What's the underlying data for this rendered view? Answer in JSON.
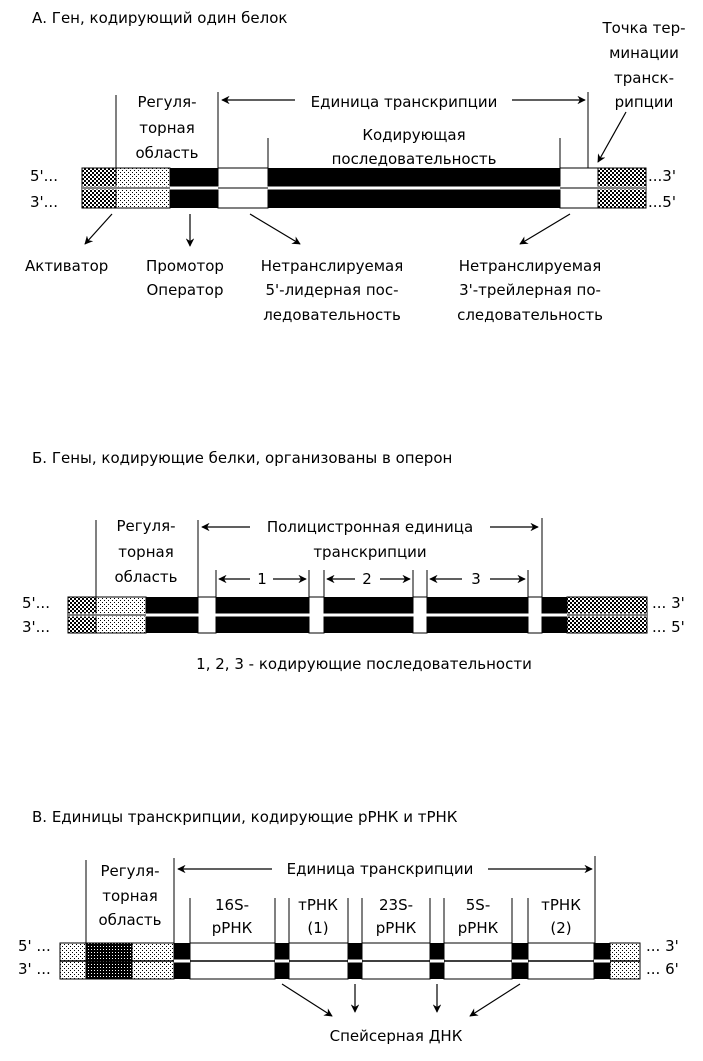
{
  "sectionA": {
    "heading": "А. Ген, кодирующий один белок",
    "reg_region": [
      "Регуля-",
      "торная",
      "область"
    ],
    "transcription_unit": "Единица транскрипции",
    "coding_seq": [
      "Кодирующая",
      "последовательность"
    ],
    "termination": [
      "Точка тер-",
      "минации",
      "транск-",
      "рипции"
    ],
    "end5_top": "5'...",
    "end3_bottom": "3'...",
    "end3_top": "...3'",
    "end5_bottom": "...5'",
    "activator": "Активатор",
    "promoter": [
      "Промотор",
      "Оператор"
    ],
    "leader": [
      "Нетранслируемая",
      "5'-лидерная пос-",
      "ледовательность"
    ],
    "trailer": [
      "Нетранслируемая",
      "3'-трейлерная по-",
      "следовательность"
    ]
  },
  "sectionB": {
    "heading": "Б. Гены, кодирующие белки, организованы в оперон",
    "reg_region": [
      "Регуля-",
      "торная",
      "область"
    ],
    "polycistronic": [
      "Полицистронная единица",
      "транскрипции"
    ],
    "gene1": "1",
    "gene2": "2",
    "gene3": "3",
    "end5_top": "5'...",
    "end3_bottom": "3'...",
    "end3_top": "... 3'",
    "end5_bottom": "... 5'",
    "caption": "1, 2, 3 - кодирующие последовательности"
  },
  "sectionC": {
    "heading": "В. Единицы транскрипции, кодирующие рРНК и тРНК",
    "reg_region": [
      "Регуля-",
      "торная",
      "область"
    ],
    "transcription_unit": "Единица транскрипции",
    "rna16s": [
      "16S-",
      "рРНК"
    ],
    "trna1": [
      "тРНК",
      "(1)"
    ],
    "rna23s": [
      "23S-",
      "рРНК"
    ],
    "rna5s": [
      "5S-",
      "рРНК"
    ],
    "trna2": [
      "тРНК",
      "(2)"
    ],
    "end5_top": "5' ...",
    "end3_bottom": "3' ...",
    "end3_top": "... 3'",
    "end5_bottom": "... 6'",
    "spacer": "Спейсерная ДНК"
  },
  "colors": {
    "ink": "#000000",
    "paper": "#ffffff"
  },
  "icons": [
    "arrow-icon"
  ]
}
